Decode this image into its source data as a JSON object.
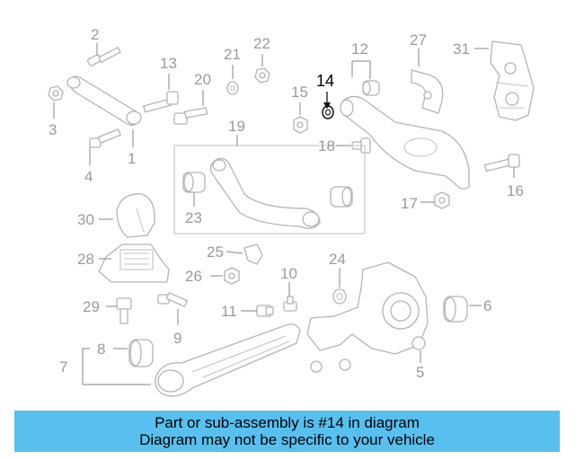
{
  "diagram": {
    "highlighted_callout": "14",
    "callouts": {
      "c1": "1",
      "c2": "2",
      "c3": "3",
      "c4": "4",
      "c5": "5",
      "c6": "6",
      "c7": "7",
      "c8": "8",
      "c9": "9",
      "c10": "10",
      "c11": "11",
      "c12": "12",
      "c13": "13",
      "c14": "14",
      "c15": "15",
      "c16": "16",
      "c17": "17",
      "c18": "18",
      "c19": "19",
      "c20": "20",
      "c21": "21",
      "c22": "22",
      "c23": "23",
      "c24": "24",
      "c25": "25",
      "c26": "26",
      "c27": "27",
      "c28": "28",
      "c29": "29",
      "c30": "30",
      "c31": "31"
    }
  },
  "banner": {
    "line1": "Part or sub-assembly is #14 in diagram",
    "line2": "Diagram may not be specific to your vehicle",
    "color": "#57c0ef"
  }
}
